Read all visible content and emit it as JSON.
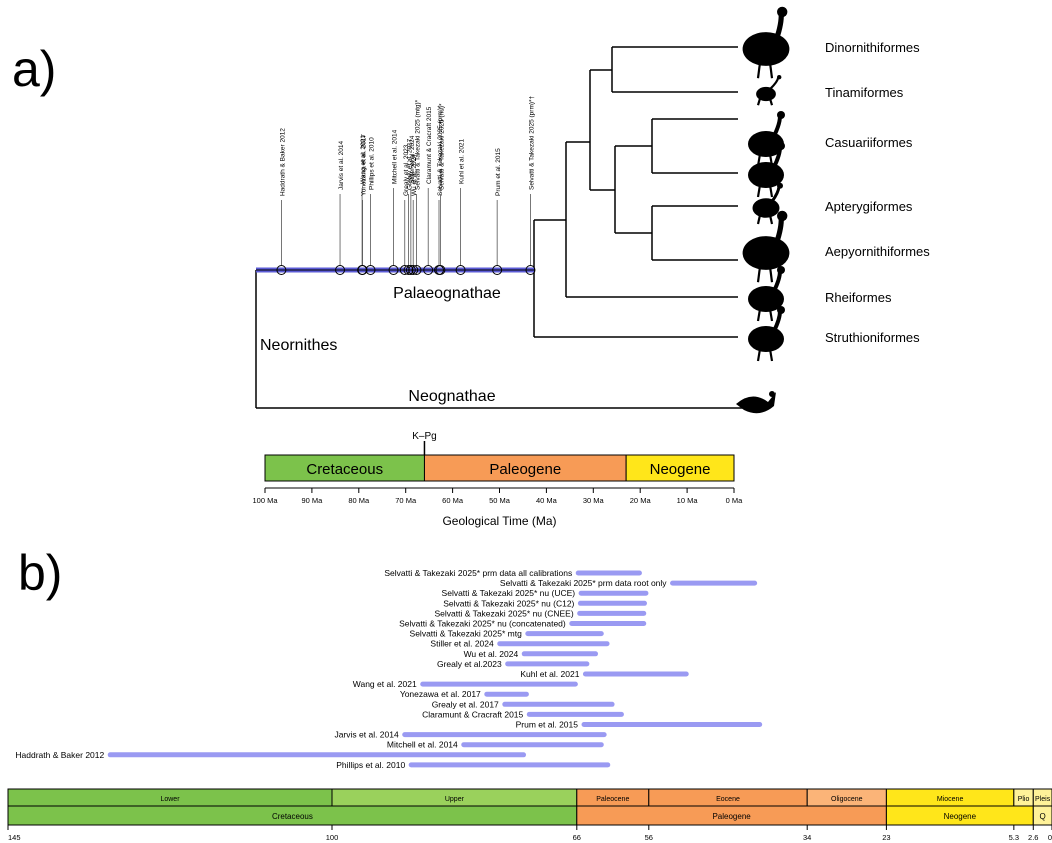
{
  "panel_a": {
    "label": "a)",
    "clade_labels": {
      "ingroup": "Palaeognathae",
      "root": "Neornithes",
      "outgroup": "Neognathae"
    },
    "tree": {
      "type": "phylogeny",
      "root": "Neornithes",
      "children": [
        {
          "name": "Palaeognathae",
          "children": [
            {
              "children": [
                {
                  "children": [
                    {
                      "children": [
                        {
                          "name": "Dinornithiformes"
                        },
                        {
                          "name": "Tinamiformes"
                        }
                      ]
                    },
                    {
                      "children": [
                        {
                          "children": [
                            {
                              "name": "Casuariiformes"
                            },
                            {
                              "name": "Casuariiformes"
                            }
                          ]
                        },
                        {
                          "children": [
                            {
                              "name": "Apterygiformes"
                            },
                            {
                              "name": "Aepyornithiformes"
                            }
                          ]
                        }
                      ]
                    }
                  ]
                },
                {
                  "name": "Rheiformes"
                }
              ]
            },
            {
              "name": "Struthioniformes"
            }
          ]
        },
        {
          "name": "Neognathae"
        }
      ]
    },
    "taxa": [
      {
        "label": "Dinornithiformes",
        "icon": "moa-silhouette-icon"
      },
      {
        "label": "Tinamiformes",
        "icon": "tinamou-silhouette-icon"
      },
      {
        "label": "Casuariiformes",
        "icon": "emu-silhouette-icon"
      },
      {
        "label": "",
        "icon": "cassowary-silhouette-icon"
      },
      {
        "label": "Apterygiformes",
        "icon": "kiwi-silhouette-icon"
      },
      {
        "label": "Aepyornithiformes",
        "icon": "elephant-bird-silhouette-icon"
      },
      {
        "label": "Rheiformes",
        "icon": "rhea-silhouette-icon"
      },
      {
        "label": "Struthioniformes",
        "icon": "ostrich-silhouette-icon"
      },
      {
        "label": "",
        "icon": "rooster-silhouette-icon"
      }
    ],
    "root_age_estimates": [
      {
        "study": "Haddrath & Baker 2012",
        "ma": 96.5
      },
      {
        "study": "Jarvis et al. 2014",
        "ma": 84
      },
      {
        "study": "Wang et al. 2021",
        "ma": 79.3
      },
      {
        "study": "Yonezawa et al. 2017",
        "ma": 79.2
      },
      {
        "study": "Phillips et al. 2010",
        "ma": 77.5
      },
      {
        "study": "Mitchell et al. 2014",
        "ma": 72.6
      },
      {
        "study": "Grealy et al. 2023",
        "ma": 70.2
      },
      {
        "study": "Grealy et al. 2017",
        "ma": 69.4
      },
      {
        "study": "Stiller et al. 2024",
        "ma": 68.9
      },
      {
        "study": "Wu et al. 2024",
        "ma": 68.4
      },
      {
        "study": "Selvatti & Takezaki 2025 (mtg)*",
        "ma": 67.7
      },
      {
        "study": "Claramunt & Cracraft 2015",
        "ma": 65.2
      },
      {
        "study": "Selvatti & Takezaki 2025 (prm)*",
        "ma": 62.9
      },
      {
        "study": "Selvatti & Takezaki 2025 (nu)*",
        "ma": 62.6
      },
      {
        "study": "Kuhl et al. 2021",
        "ma": 58.3
      },
      {
        "study": "Prum et al. 2015",
        "ma": 50.5
      },
      {
        "study": "Selvatti & Takezaki 2025 (prm)*†",
        "ma": 43.4
      }
    ],
    "kpg_label": "K–Pg",
    "kpg_ma": 66,
    "periods": [
      {
        "name": "Cretaceous",
        "start": 100,
        "end": 66,
        "color": "#7cc24b"
      },
      {
        "name": "Paleogene",
        "start": 66,
        "end": 23,
        "color": "#f79b56"
      },
      {
        "name": "Neogene",
        "start": 23,
        "end": 0,
        "color": "#ffe61a"
      }
    ],
    "axis_ticks": [
      "100 Ma",
      "90 Ma",
      "80 Ma",
      "70 Ma",
      "60 Ma",
      "50 Ma",
      "40 Ma",
      "30 Ma",
      "20 Ma",
      "10 Ma",
      "0 Ma"
    ],
    "axis_tick_values": [
      100,
      90,
      80,
      70,
      60,
      50,
      40,
      30,
      20,
      10,
      0
    ],
    "axis_title": "Geological Time (Ma)",
    "xlim": [
      100,
      0
    ],
    "line_color": "#5b5bd6"
  },
  "chart_data": {
    "type": "bar",
    "orientation": "horizontal interval",
    "panel_label": "b)",
    "xlim": [
      145,
      0
    ],
    "bar_color": "#9a9af2",
    "intervals": [
      {
        "label": "Selvatti & Takezaki 2025* prm data all calibrations",
        "from": 65.8,
        "to": 57.3
      },
      {
        "label": "Selvatti & Takezaki 2025* prm data root only",
        "from": 52.7,
        "to": 41.3
      },
      {
        "label": "Selvatti & Takezaki 2025* nu (UCE)",
        "from": 65.4,
        "to": 56.4
      },
      {
        "label": "Selvatti & Takezaki 2025* nu (C12)",
        "from": 65.5,
        "to": 56.6
      },
      {
        "label": "Selvatti & Takezaki 2025* nu (CNEE)",
        "from": 65.6,
        "to": 56.7
      },
      {
        "label": "Selvatti & Takezaki 2025* nu (concatenated)",
        "from": 66.7,
        "to": 56.7
      },
      {
        "label": "Selvatti & Takezaki 2025* mtg",
        "from": 72.8,
        "to": 62.6
      },
      {
        "label": "Stiller et al. 2024",
        "from": 76.7,
        "to": 61.8
      },
      {
        "label": "Wu et al. 2024",
        "from": 73.3,
        "to": 63.4
      },
      {
        "label": "Grealy et al.2023",
        "from": 75.6,
        "to": 64.6
      },
      {
        "label": "Kuhl et al. 2021",
        "from": 64.8,
        "to": 50.8
      },
      {
        "label": "Wang et al. 2021",
        "from": 87.4,
        "to": 66.2
      },
      {
        "label": "Yonezawa et al. 2017",
        "from": 78.5,
        "to": 73.0
      },
      {
        "label": "Grealy et al. 2017",
        "from": 76.0,
        "to": 61.1
      },
      {
        "label": "Claramunt & Cracraft 2015",
        "from": 72.6,
        "to": 59.8
      },
      {
        "label": "Prum et al. 2015",
        "from": 65.0,
        "to": 40.6
      },
      {
        "label": "Jarvis et al. 2014",
        "from": 89.9,
        "to": 62.2
      },
      {
        "label": "Mitchell et al. 2014",
        "from": 81.7,
        "to": 62.6
      },
      {
        "label": "Haddrath & Baker 2012",
        "from": 130.8,
        "to": 73.4
      },
      {
        "label": "Phillips et al. 2010",
        "from": 89.0,
        "to": 61.7
      }
    ],
    "epochs": [
      {
        "name": "Lower",
        "start": 145,
        "end": 100,
        "color": "#7cc24b"
      },
      {
        "name": "Upper",
        "start": 100,
        "end": 66,
        "color": "#9ad15c"
      },
      {
        "name": "Paleocene",
        "start": 66,
        "end": 56,
        "color": "#f79b56"
      },
      {
        "name": "Eocene",
        "start": 56,
        "end": 34,
        "color": "#f79b56"
      },
      {
        "name": "Oligocene",
        "start": 34,
        "end": 23,
        "color": "#fbb478"
      },
      {
        "name": "Miocene",
        "start": 23,
        "end": 5.3,
        "color": "#ffe61a"
      },
      {
        "name": "Plio",
        "start": 5.3,
        "end": 2.6,
        "color": "#fff299"
      },
      {
        "name": "Pleis",
        "start": 2.6,
        "end": 0,
        "color": "#fff299"
      }
    ],
    "periods": [
      {
        "name": "Cretaceous",
        "start": 145,
        "end": 66,
        "color": "#7cc24b"
      },
      {
        "name": "Paleogene",
        "start": 66,
        "end": 23,
        "color": "#f79b56"
      },
      {
        "name": "Neogene",
        "start": 23,
        "end": 2.6,
        "color": "#ffe61a"
      },
      {
        "name": "Q",
        "start": 2.6,
        "end": 0,
        "color": "#fff299"
      }
    ],
    "ticks": [
      "145",
      "100",
      "66",
      "56",
      "34",
      "23",
      "5.3",
      "2.6",
      "0"
    ],
    "tick_values": [
      145,
      100,
      66,
      56,
      34,
      23,
      5.3,
      2.6,
      0
    ]
  }
}
